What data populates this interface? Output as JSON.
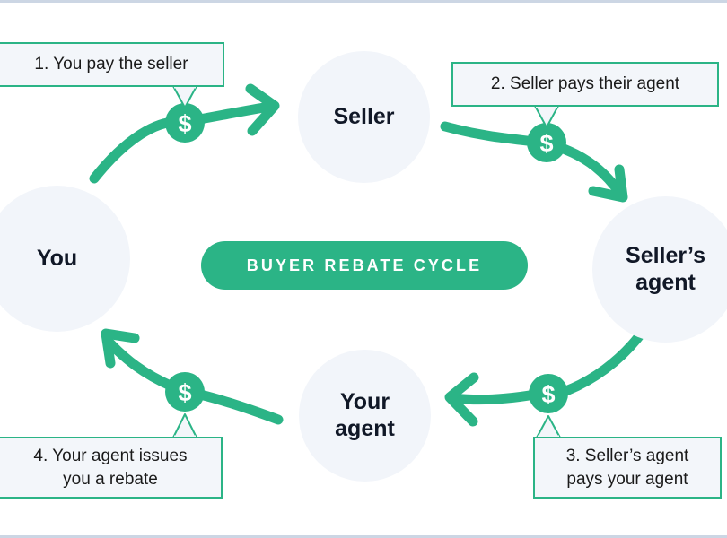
{
  "diagram": {
    "title": "Buyer rebate cycle flow diagram",
    "center_badge": {
      "label": "BUYER REBATE CYCLE"
    },
    "colors": {
      "accent_green": "#2bb486",
      "node_fill": "#f2f5fa",
      "callout_fill": "#f3f6fa",
      "text_dark": "#111827",
      "canvas": "#ffffff",
      "frame_border": "#ccd6e4"
    },
    "nodes": [
      {
        "id": "you",
        "label": "You"
      },
      {
        "id": "seller",
        "label": "Seller"
      },
      {
        "id": "seller-agent",
        "label": "Seller’s\nagent"
      },
      {
        "id": "your-agent",
        "label": "Your\nagent"
      }
    ],
    "steps": [
      {
        "number": "1",
        "text": "1. You pay the seller",
        "from": "you",
        "to": "seller"
      },
      {
        "number": "2",
        "text": "2. Seller pays their agent",
        "from": "seller",
        "to": "seller-agent"
      },
      {
        "number": "3",
        "text": "3. Seller’s agent\npays your agent",
        "from": "seller-agent",
        "to": "your-agent"
      },
      {
        "number": "4",
        "text": "4. Your agent issues\nyou a rebate",
        "from": "your-agent",
        "to": "you"
      }
    ],
    "money_badges": [
      {
        "id": "money-badge-1",
        "symbol": "$"
      },
      {
        "id": "money-badge-2",
        "symbol": "$"
      },
      {
        "id": "money-badge-3",
        "symbol": "$"
      },
      {
        "id": "money-badge-4",
        "symbol": "$"
      }
    ]
  }
}
